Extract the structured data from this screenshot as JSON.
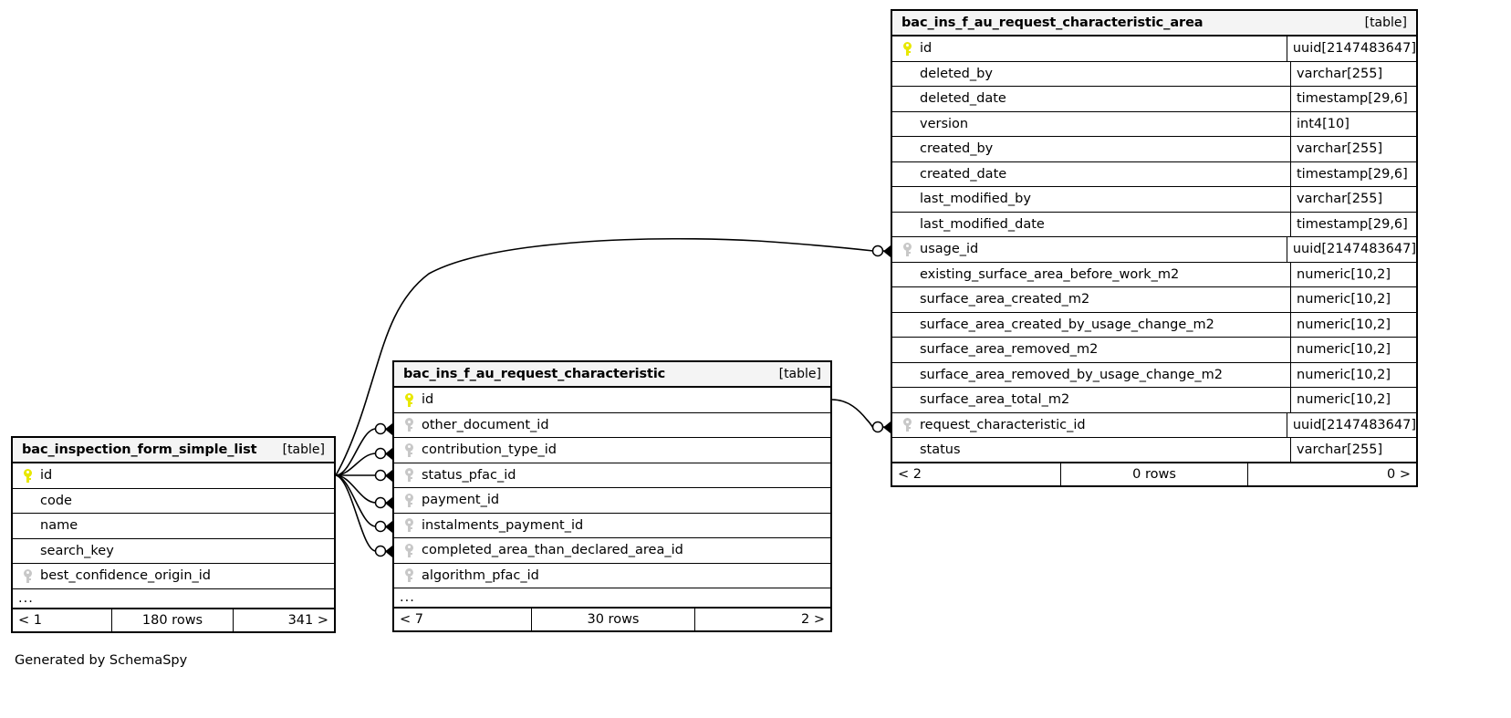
{
  "diagram": {
    "generated_by": "Generated by SchemaSpy",
    "table_tag": "[table]",
    "ellipsis": "..."
  },
  "tables": [
    {
      "id": "left",
      "name": "bac_inspection_form_simple_list",
      "tag": "[table]",
      "columns": [
        {
          "key": "pk",
          "name": "id",
          "type": ""
        },
        {
          "key": "",
          "name": "code",
          "type": ""
        },
        {
          "key": "",
          "name": "name",
          "type": ""
        },
        {
          "key": "",
          "name": "search_key",
          "type": ""
        },
        {
          "key": "fk",
          "name": "best_confidence_origin_id",
          "type": ""
        }
      ],
      "has_ellipsis": true,
      "footer": {
        "left": "< 1",
        "middle": "180 rows",
        "right": "341 >"
      }
    },
    {
      "id": "mid",
      "name": "bac_ins_f_au_request_characteristic",
      "tag": "[table]",
      "columns": [
        {
          "key": "pk",
          "name": "id",
          "type": ""
        },
        {
          "key": "fk",
          "name": "other_document_id",
          "type": ""
        },
        {
          "key": "fk",
          "name": "contribution_type_id",
          "type": ""
        },
        {
          "key": "fk",
          "name": "status_pfac_id",
          "type": ""
        },
        {
          "key": "fk",
          "name": "payment_id",
          "type": ""
        },
        {
          "key": "fk",
          "name": "instalments_payment_id",
          "type": ""
        },
        {
          "key": "fk",
          "name": "completed_area_than_declared_area_id",
          "type": ""
        },
        {
          "key": "fk",
          "name": "algorithm_pfac_id",
          "type": ""
        }
      ],
      "has_ellipsis": true,
      "footer": {
        "left": "< 7",
        "middle": "30 rows",
        "right": "2 >"
      }
    },
    {
      "id": "right",
      "name": "bac_ins_f_au_request_characteristic_area",
      "tag": "[table]",
      "columns": [
        {
          "key": "pk",
          "name": "id",
          "type": "uuid[2147483647]"
        },
        {
          "key": "",
          "name": "deleted_by",
          "type": "varchar[255]"
        },
        {
          "key": "",
          "name": "deleted_date",
          "type": "timestamp[29,6]"
        },
        {
          "key": "",
          "name": "version",
          "type": "int4[10]"
        },
        {
          "key": "",
          "name": "created_by",
          "type": "varchar[255]"
        },
        {
          "key": "",
          "name": "created_date",
          "type": "timestamp[29,6]"
        },
        {
          "key": "",
          "name": "last_modified_by",
          "type": "varchar[255]"
        },
        {
          "key": "",
          "name": "last_modified_date",
          "type": "timestamp[29,6]"
        },
        {
          "key": "fk",
          "name": "usage_id",
          "type": "uuid[2147483647]"
        },
        {
          "key": "",
          "name": "existing_surface_area_before_work_m2",
          "type": "numeric[10,2]"
        },
        {
          "key": "",
          "name": "surface_area_created_m2",
          "type": "numeric[10,2]"
        },
        {
          "key": "",
          "name": "surface_area_created_by_usage_change_m2",
          "type": "numeric[10,2]"
        },
        {
          "key": "",
          "name": "surface_area_removed_m2",
          "type": "numeric[10,2]"
        },
        {
          "key": "",
          "name": "surface_area_removed_by_usage_change_m2",
          "type": "numeric[10,2]"
        },
        {
          "key": "",
          "name": "surface_area_total_m2",
          "type": "numeric[10,2]"
        },
        {
          "key": "fk",
          "name": "request_characteristic_id",
          "type": "uuid[2147483647]"
        },
        {
          "key": "",
          "name": "status",
          "type": "varchar[255]"
        }
      ],
      "has_ellipsis": false,
      "footer": {
        "left": "< 2",
        "middle": "0 rows",
        "right": "0 >"
      }
    }
  ],
  "colors": {
    "primary_key": "#e8e800",
    "foreign_key": "#c8c8c8",
    "border": "#000000",
    "header_bg": "#f4f4f4",
    "page_bg": "#ffffff"
  }
}
